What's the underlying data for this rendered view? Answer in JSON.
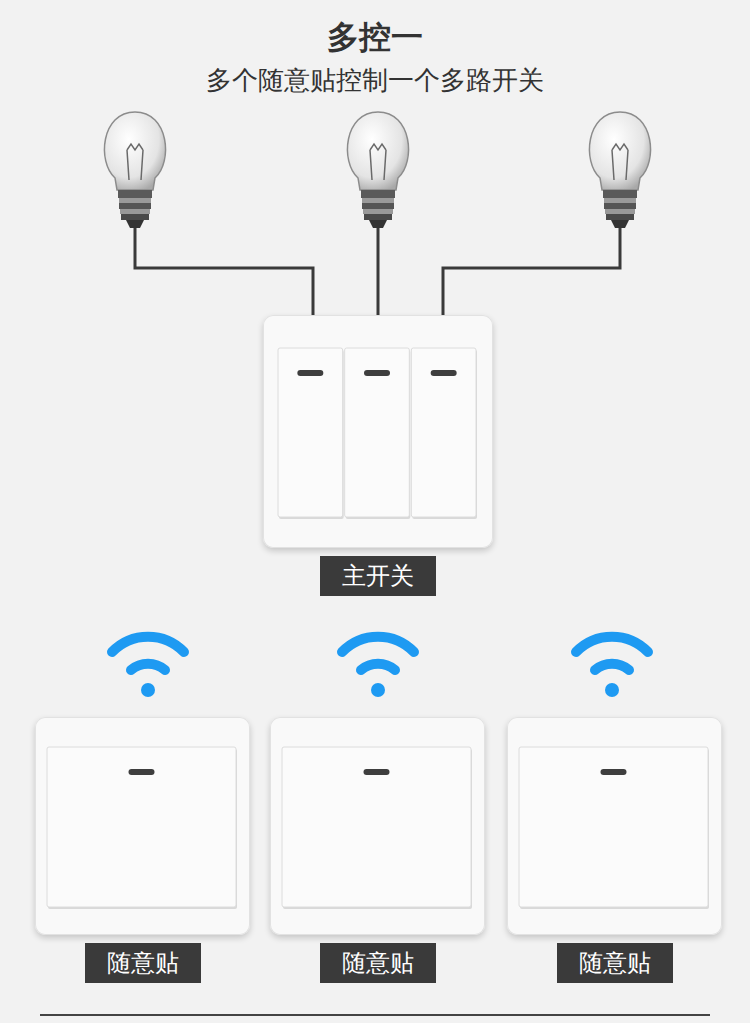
{
  "diagram": {
    "title": "多控一",
    "nodes": [
      {
        "text": [
          "主开关"
        ]
      },
      {
        "text": [
          "随意贴"
        ]
      },
      {
        "text": [
          "随意贴"
        ]
      },
      {
        "text": [
          "随意贴"
        ]
      }
    ],
    "labels": [
      "多个随意贴控制一个多路开关"
    ]
  }
}
